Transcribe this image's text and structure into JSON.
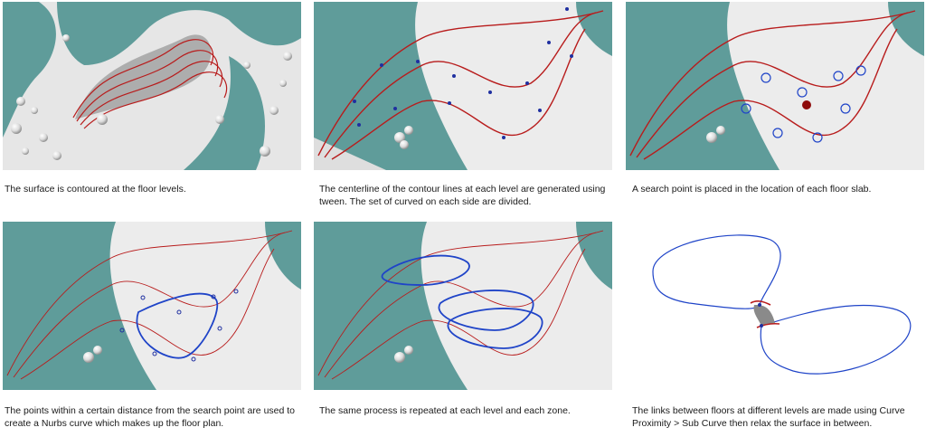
{
  "colors": {
    "teal": "#5f9c9a",
    "ground": "#ececec",
    "contour": "#b81c1c",
    "point": "#1f2fa0",
    "plan": "#1f44c8",
    "search_point": "#8e0b0b",
    "link_fill": "#8a8a8a"
  },
  "panels": [
    {
      "caption": "The surface is contoured at the floor levels."
    },
    {
      "caption": "The centerline of the contour lines at each level are generated using tween.  The set of curved on each side are divided."
    },
    {
      "caption": "A search point is placed in the location of each floor slab."
    },
    {
      "caption": "The points within a certain distance from the search point are used to create a Nurbs curve which makes up the floor plan."
    },
    {
      "caption": "The same process is repeated at each level and each zone."
    },
    {
      "caption": "The links between floors at different levels are made using Curve Proximity > Sub Curve then relax the surface in between."
    }
  ]
}
